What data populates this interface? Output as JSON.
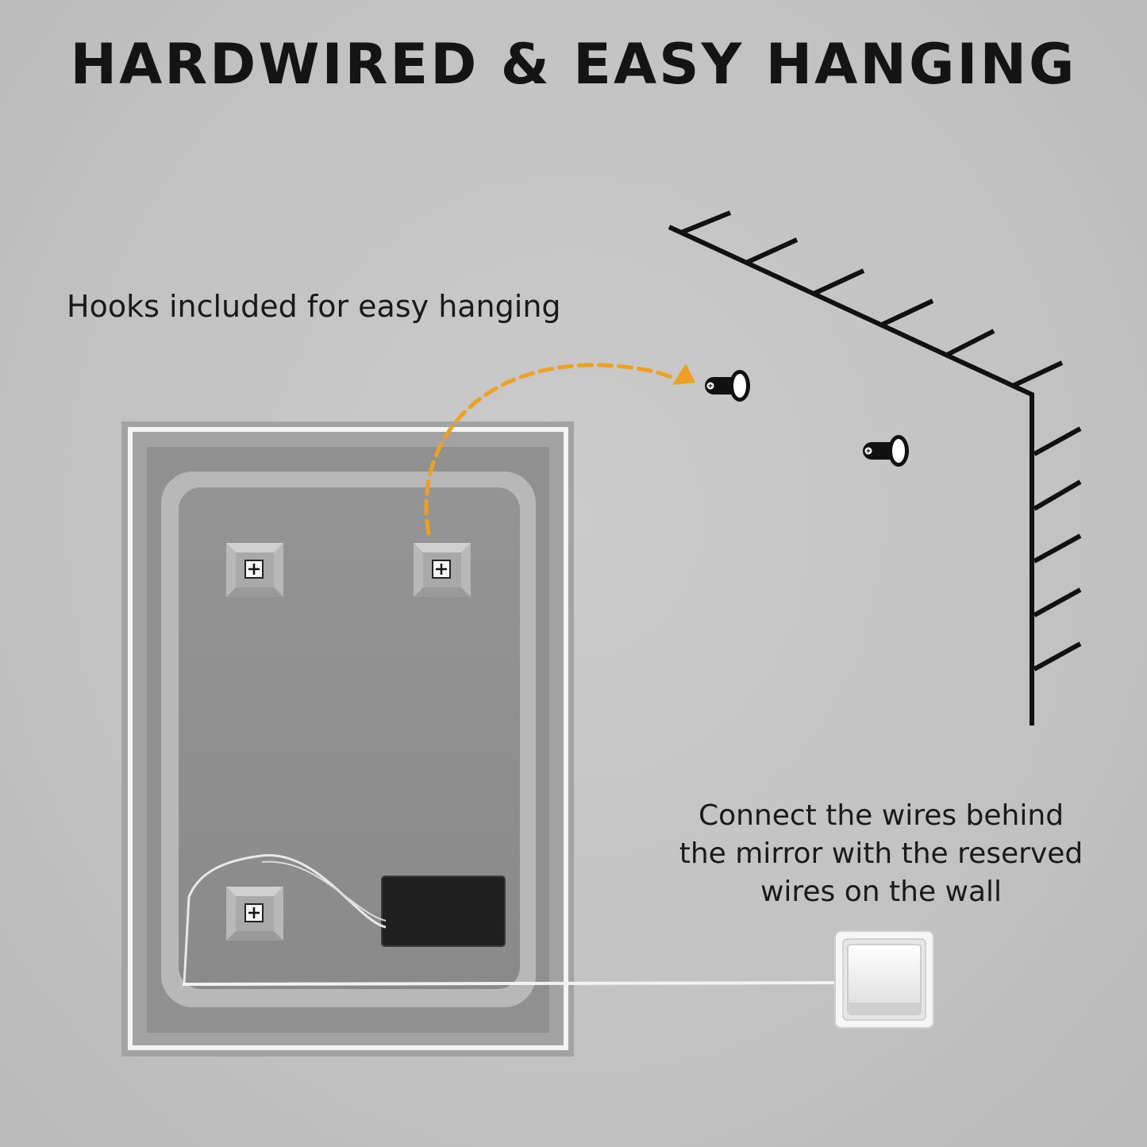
{
  "header": {
    "title": "HARDWIRED & EASY HANGING"
  },
  "captions": {
    "hooks": "Hooks included for easy hanging",
    "wires": [
      "Connect the wires behind",
      "the mirror with the reserved",
      "wires on the wall"
    ]
  },
  "icons": {
    "mounting_plate": "plus-screw-icon",
    "wall_hook": "wall-hook-icon",
    "light_switch": "light-switch-icon",
    "driver_box": "power-driver-box",
    "arrow": "dashed-arc-arrow"
  },
  "colors": {
    "background": "#c3c3c3",
    "text": "#141414",
    "arrow": "#f0a020",
    "mirror_back": "#8f8f8f",
    "mirror_frame": "#b5b5b5",
    "led_strip": "#f2f2f2",
    "driver_box": "#1f1f1f"
  }
}
